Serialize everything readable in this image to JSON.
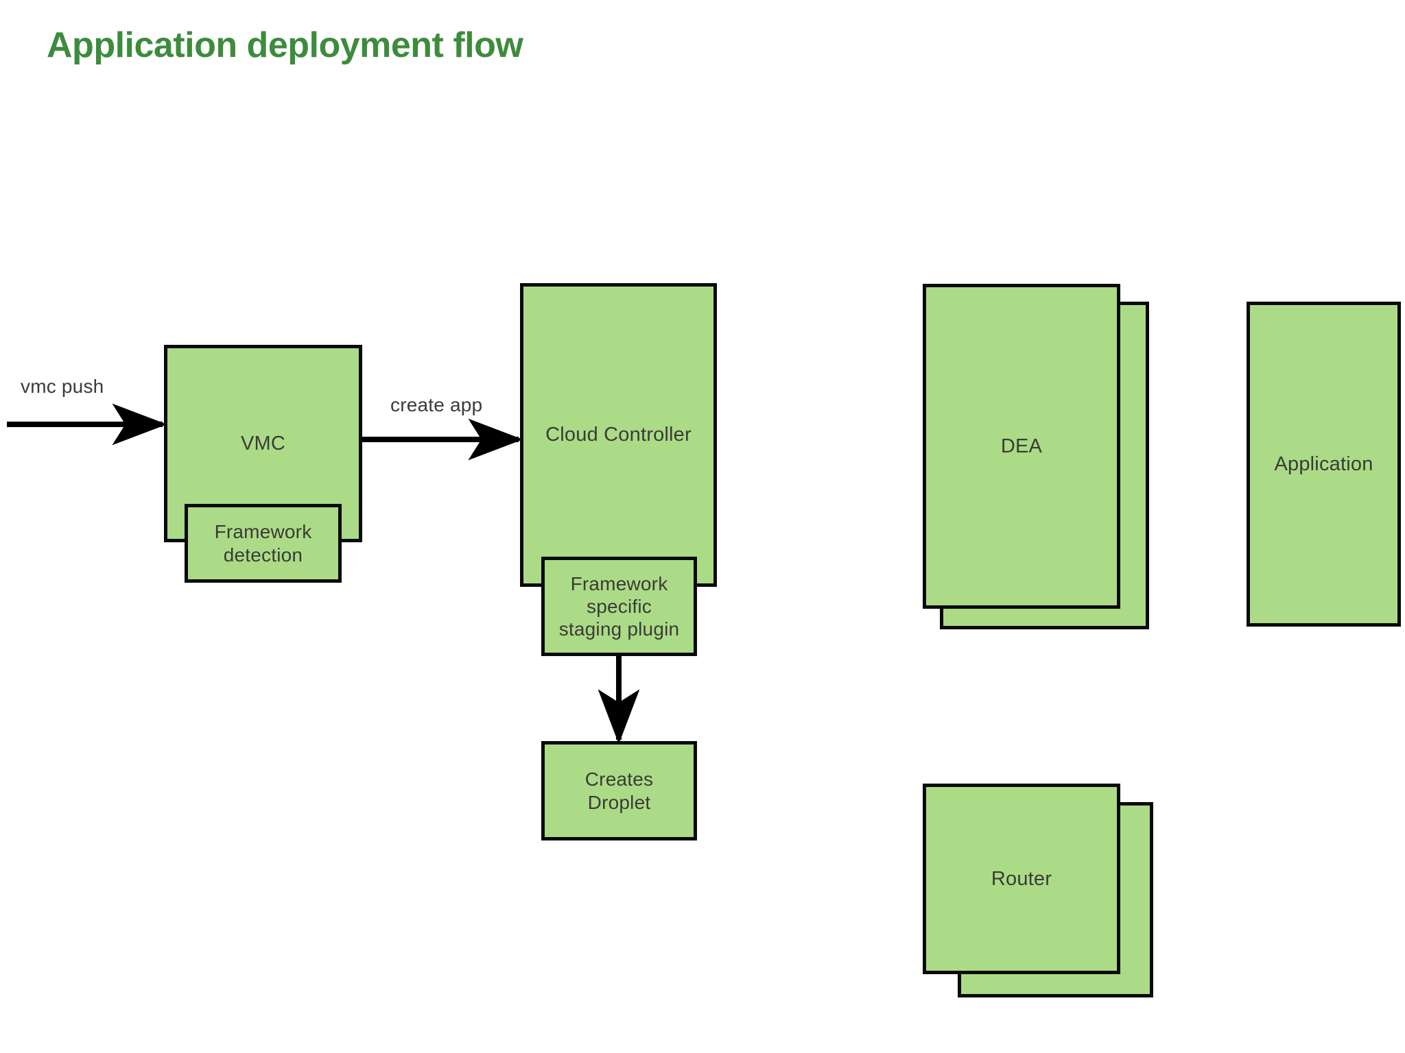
{
  "page": {
    "title": "Application deployment flow",
    "background_color": "#ffffff",
    "title_color": "#3d8b3d"
  },
  "theme": {
    "node_fill": "#abdb87",
    "node_border": "#0a0a0a",
    "node_text": "#3b3b36",
    "connector_color": "#000000"
  },
  "diagram": {
    "type": "flowchart",
    "nodes": [
      {
        "id": "vmc",
        "label": "VMC",
        "shape": "rectangle",
        "stacked": false
      },
      {
        "id": "framework-detection",
        "label": "Framework\ndetection",
        "label_line1": "Framework",
        "label_line2": "detection",
        "shape": "rectangle",
        "stacked": false,
        "parent": "vmc"
      },
      {
        "id": "cloud-controller",
        "label": "Cloud Controller",
        "shape": "rectangle",
        "stacked": false
      },
      {
        "id": "staging-plugin",
        "label": "Framework\nspecific\nstaging plugin",
        "label_line1": "Framework",
        "label_line2": "specific",
        "label_line3": "staging plugin",
        "shape": "rectangle",
        "stacked": false,
        "parent": "cloud-controller"
      },
      {
        "id": "creates-droplet",
        "label": "Creates\nDroplet",
        "label_line1": "Creates",
        "label_line2": "Droplet",
        "shape": "rectangle",
        "stacked": false
      },
      {
        "id": "dea",
        "label": "DEA",
        "shape": "rectangle",
        "stacked": true
      },
      {
        "id": "application",
        "label": "Application",
        "shape": "rectangle",
        "stacked": false
      },
      {
        "id": "router",
        "label": "Router",
        "shape": "rectangle",
        "stacked": true
      }
    ],
    "edges": [
      {
        "id": "edge-vmc-push",
        "from": "external",
        "to": "vmc",
        "label": "vmc push",
        "direction": "right"
      },
      {
        "id": "edge-create-app",
        "from": "vmc",
        "to": "cloud-controller",
        "label": "create app",
        "direction": "right"
      },
      {
        "id": "edge-staging-droplet",
        "from": "staging-plugin",
        "to": "creates-droplet",
        "label": "",
        "direction": "down"
      }
    ]
  },
  "labels": {
    "vmc_push": "vmc push",
    "create_app": "create app"
  }
}
